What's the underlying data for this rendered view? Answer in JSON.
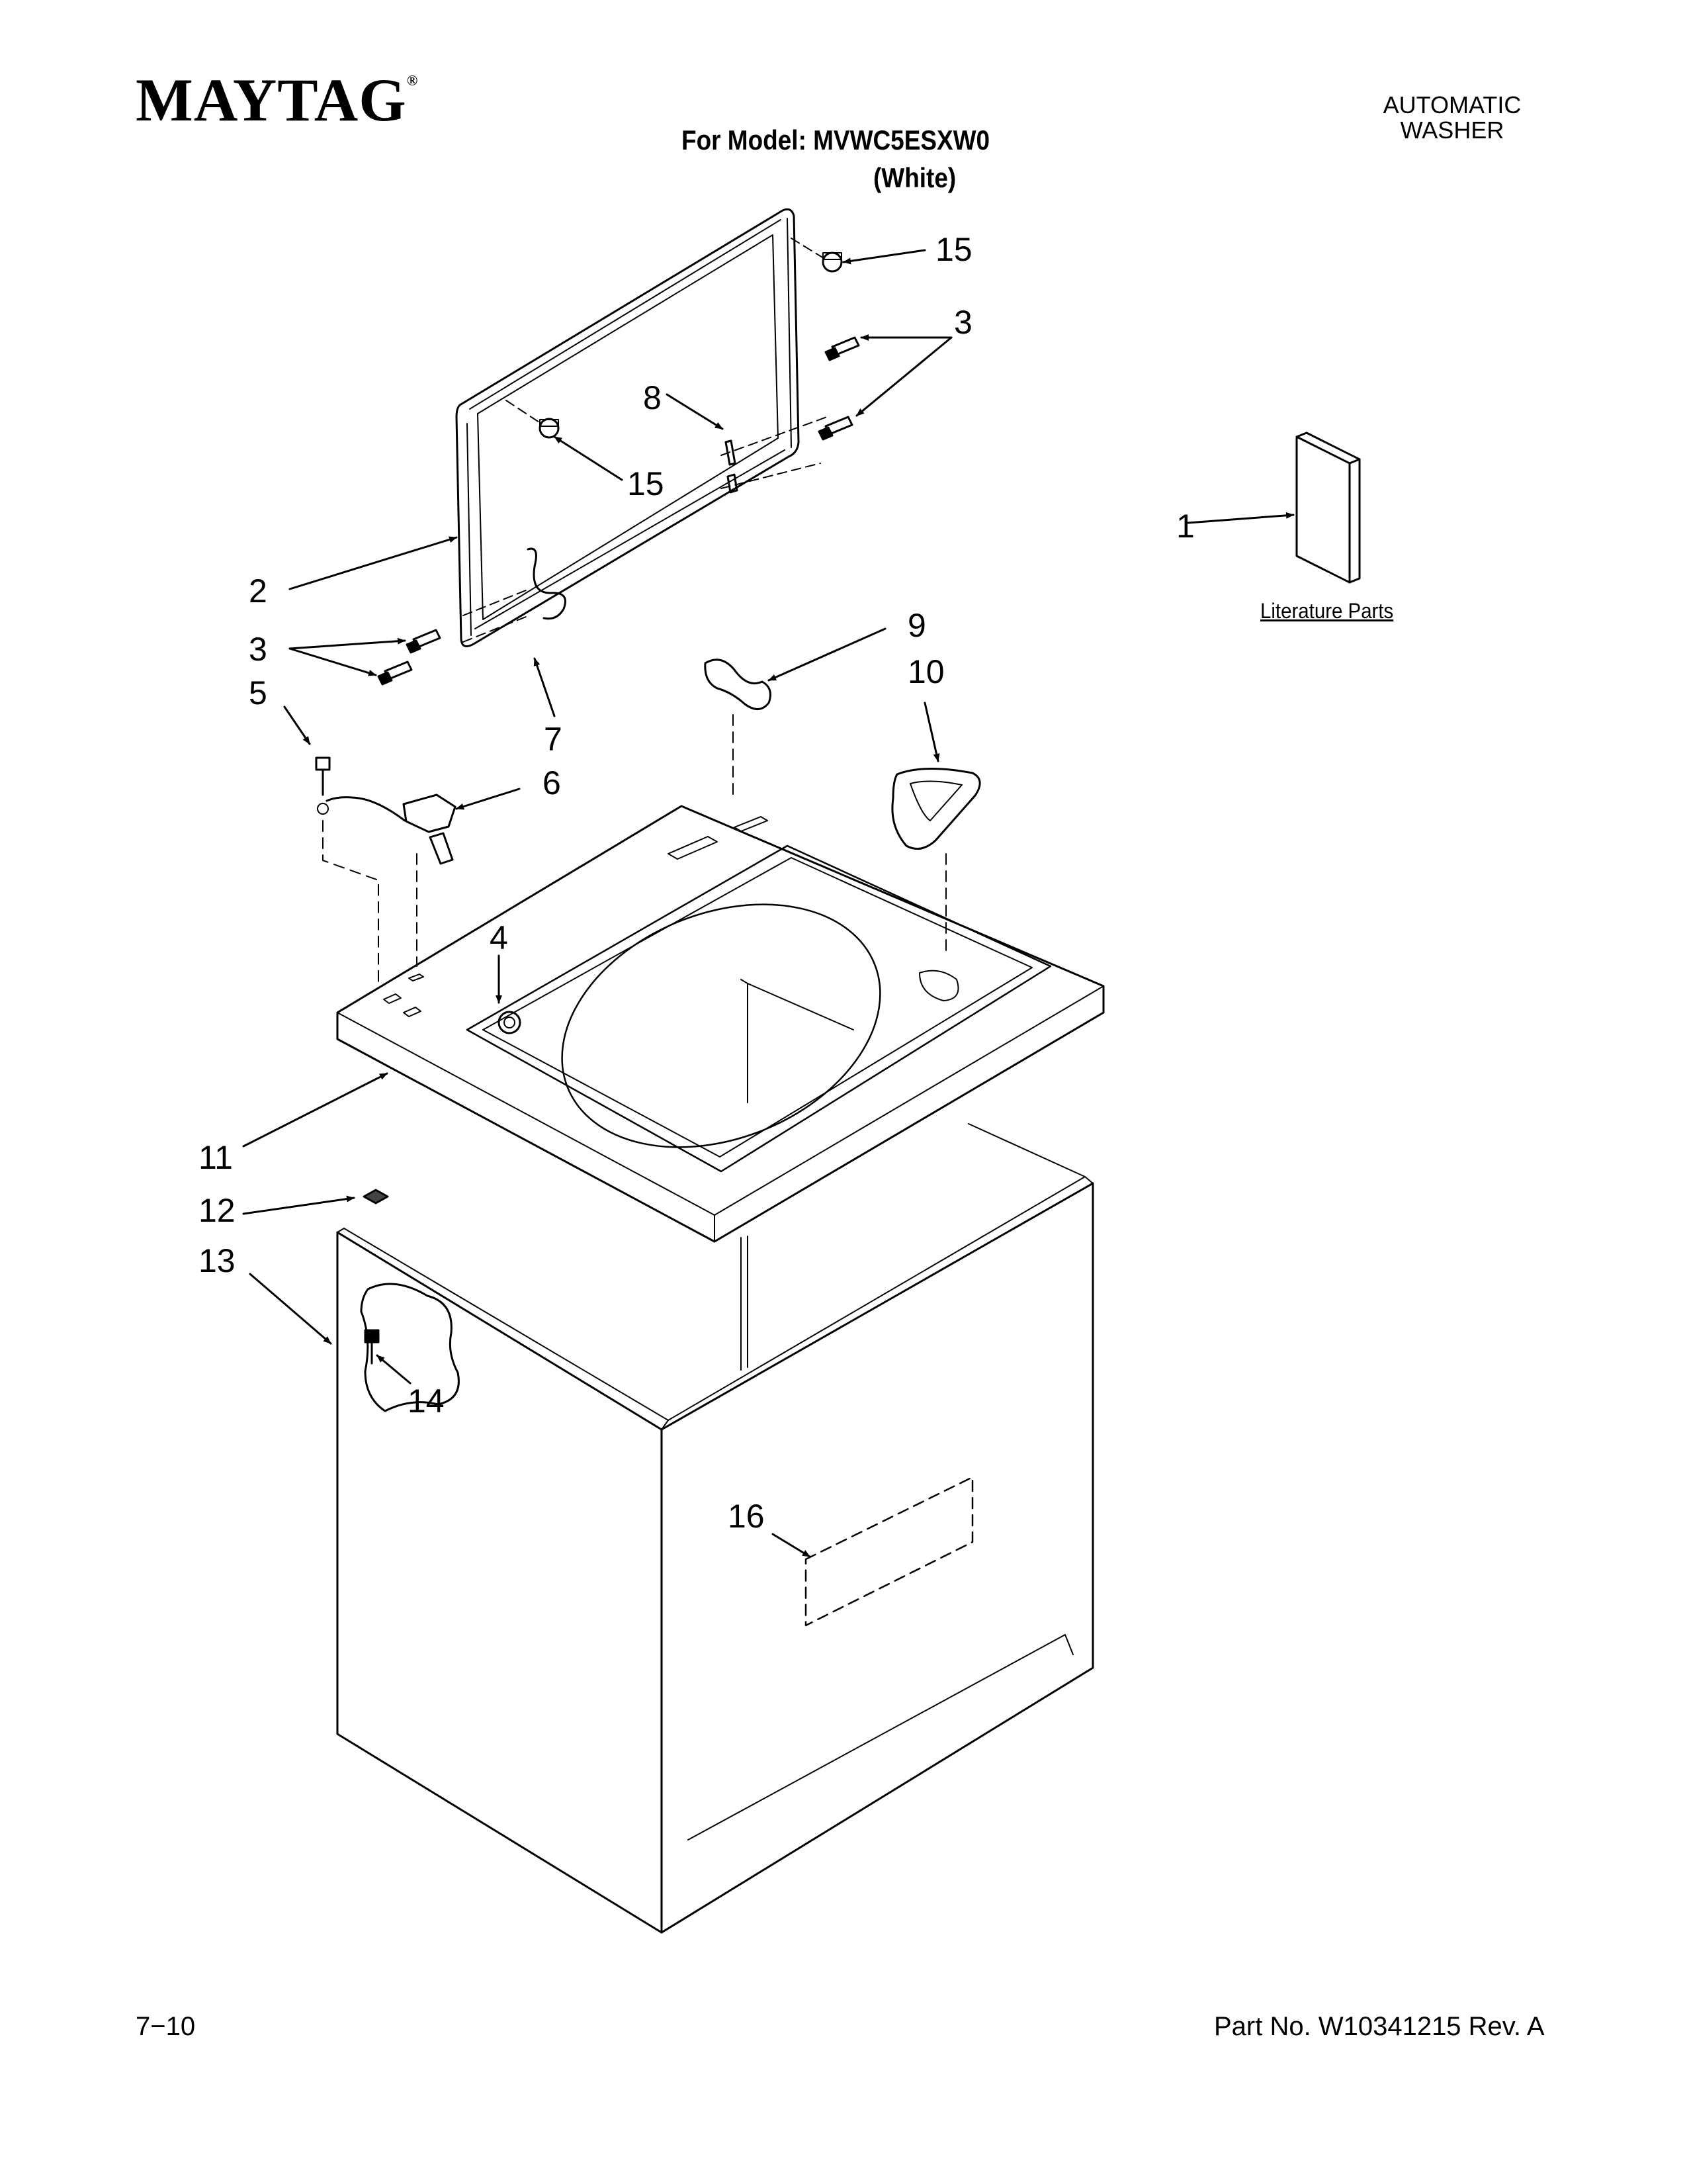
{
  "header": {
    "brand": "MAYTAG",
    "brand_mark": "®",
    "product_type_line1": "AUTOMATIC",
    "product_type_line2": "WASHER",
    "model_line": "For Model: MVWC5ESXW0",
    "color_line": "(White)"
  },
  "literature": {
    "label": "Literature Parts"
  },
  "callouts": [
    {
      "id": "15a",
      "text": "15"
    },
    {
      "id": "3a",
      "text": "3"
    },
    {
      "id": "8",
      "text": "8"
    },
    {
      "id": "15b",
      "text": "15"
    },
    {
      "id": "1",
      "text": "1"
    },
    {
      "id": "2",
      "text": "2"
    },
    {
      "id": "3b",
      "text": "3"
    },
    {
      "id": "5",
      "text": "5"
    },
    {
      "id": "7",
      "text": "7"
    },
    {
      "id": "9",
      "text": "9"
    },
    {
      "id": "10",
      "text": "10"
    },
    {
      "id": "6",
      "text": "6"
    },
    {
      "id": "4",
      "text": "4"
    },
    {
      "id": "11",
      "text": "11"
    },
    {
      "id": "12",
      "text": "12"
    },
    {
      "id": "13",
      "text": "13"
    },
    {
      "id": "14",
      "text": "14"
    },
    {
      "id": "16",
      "text": "16"
    }
  ],
  "footer": {
    "date_code": "7−10",
    "part_number": "Part No. W10341215 Rev. A"
  }
}
